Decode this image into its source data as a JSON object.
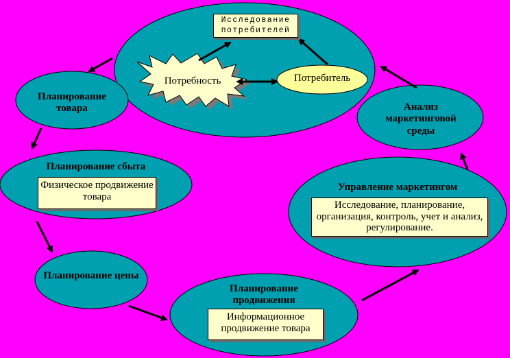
{
  "nodes": {
    "research": "Исследование потребителей",
    "need": "Потребность",
    "consumer": "Потребитель",
    "product": "Планирование товара",
    "sales": "Планирование сбыта",
    "physical": "Физическое продвижение товара",
    "price": "Планирование цены",
    "promotion": "Планирование продвижения",
    "info": "Информационное продвижение товара",
    "management": "Управление маркетингом",
    "management_detail": "Исследование, планирование, организация, контроль, учет и анализ, регулирование.",
    "analysis": "Анализ маркетинговой среды"
  },
  "colors": {
    "background": "#ff00ff",
    "ellipse": "#00a0b0",
    "box": "#ffffcc",
    "star": "#ffffcc",
    "consumer": "#ffff99"
  }
}
